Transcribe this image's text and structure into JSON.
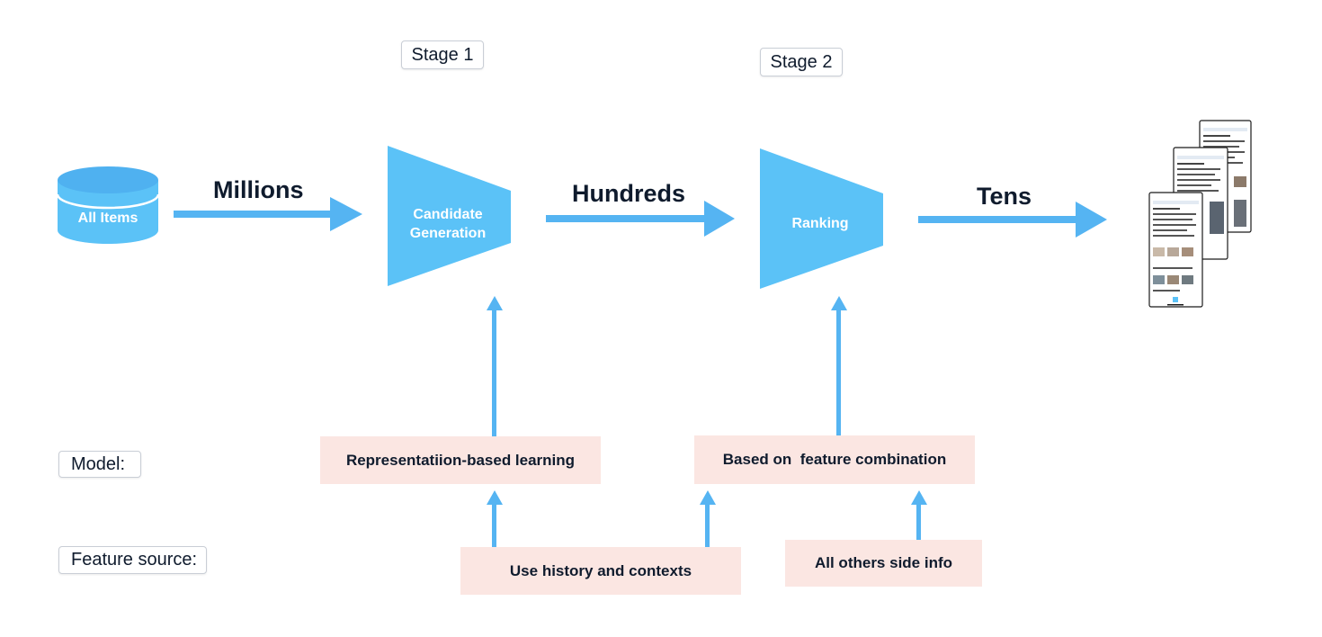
{
  "stages": {
    "stage1": "Stage 1",
    "stage2": "Stage 2"
  },
  "source": {
    "label": "All Items"
  },
  "flow": {
    "millions": "Millions",
    "hundreds": "Hundreds",
    "tens": "Tens"
  },
  "stage_shapes": {
    "candidate_line1": "Candidate",
    "candidate_line2": "Generation",
    "ranking": "Ranking"
  },
  "rows": {
    "model_label": "Model:",
    "feature_label": "Feature source:"
  },
  "models": {
    "representation": "Representatiion-based learning",
    "feature_combination": "Based on  feature combination"
  },
  "features": {
    "history": "Use history and contexts",
    "side_info": "All others side info"
  },
  "output": {
    "icon": "phone-screens-icon"
  },
  "colors": {
    "accent_blue": "#5bc2f7",
    "arrow_blue": "#55b4f2",
    "pink_box": "#fbe6e2",
    "text_dark": "#0f1b2d"
  }
}
